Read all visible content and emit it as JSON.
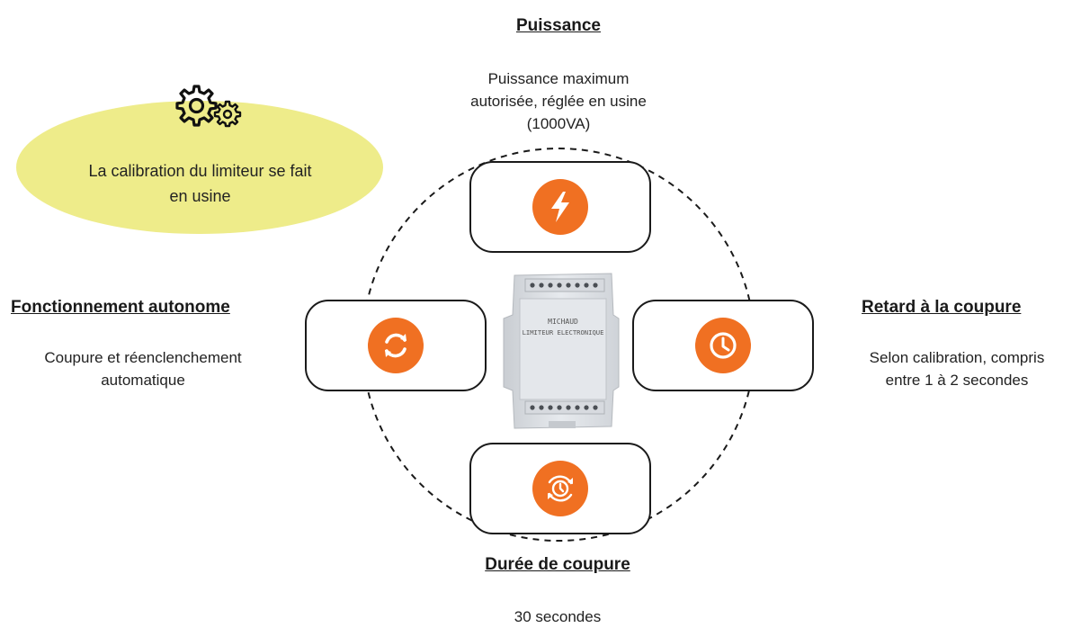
{
  "calibration": {
    "text_line1": "La calibration du limiteur se fait",
    "text_line2": "en usine",
    "icon": "gears-icon",
    "bg_color": "#eeec8a"
  },
  "top": {
    "heading": "Puissance",
    "line1": "Puissance maximum",
    "line2": "autorisée, réglée en usine",
    "line3": "(1000VA)",
    "icon": "lightning-icon"
  },
  "left": {
    "heading": "Fonctionnement autonome",
    "line1": "Coupure et réenclenchement",
    "line2": "automatique",
    "icon": "refresh-icon"
  },
  "right": {
    "heading": "Retard à la coupure",
    "line1": "Selon calibration, compris",
    "line2": "entre 1 à 2 secondes",
    "icon": "clock-icon"
  },
  "bottom": {
    "heading": "Durée de coupure",
    "line1": "30 secondes",
    "icon": "cycle-clock-icon"
  },
  "device": {
    "label_line1": "MICHAUD",
    "label_line2": "LIMITEUR ELECTRONIQUE"
  },
  "colors": {
    "accent": "#f07022",
    "border": "#1a1a1a"
  }
}
